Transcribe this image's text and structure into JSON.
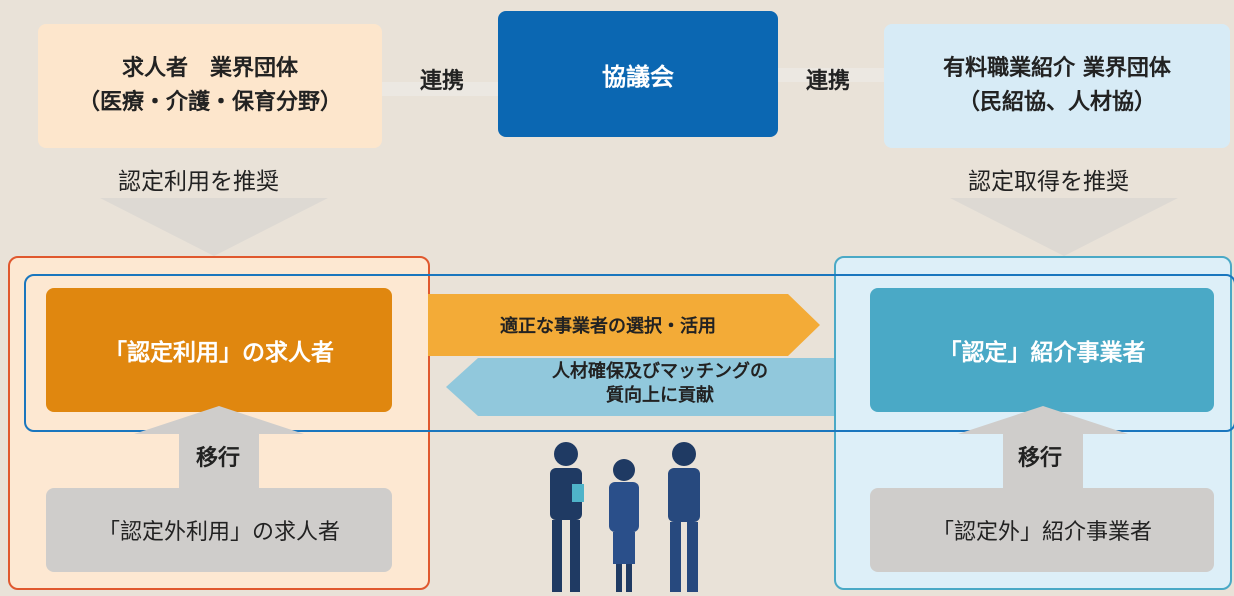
{
  "colors": {
    "background": "#e9e2d8",
    "council": "#0b67b2",
    "employer_org": "#fde6cc",
    "agency_org": "#d7ebf6",
    "certified_employer": "#e0870f",
    "certified_agency": "#4aa9c6",
    "uncertified": "#cfcdcb",
    "orange_frame": "#e0582e",
    "blue_frame": "#1a76be",
    "arrow_right": "#f3ab37",
    "arrow_left": "#91c8dc"
  },
  "top": {
    "left_org": {
      "line1": "求人者　業界団体",
      "line2": "（医療・介護・保育分野）"
    },
    "council": "協議会",
    "right_org": {
      "line1": "有料職業紹介 業界団体",
      "line2": "（民紹協、人材協）"
    },
    "link_left": "連携",
    "link_right": "連携"
  },
  "recommend": {
    "left": "認定利用を推奨",
    "right": "認定取得を推奨"
  },
  "middle": {
    "certified_employer": "「認定利用」の求人者",
    "certified_agency": "「認定」紹介事業者",
    "arrow_right_label": "適正な事業者の選択・活用",
    "arrow_left_line1": "人材確保及びマッチングの",
    "arrow_left_line2": "質向上に貢献"
  },
  "bottom": {
    "migrate_left": "移行",
    "migrate_right": "移行",
    "uncertified_employer": "「認定外利用」の求人者",
    "uncertified_agency": "「認定外」紹介事業者"
  }
}
